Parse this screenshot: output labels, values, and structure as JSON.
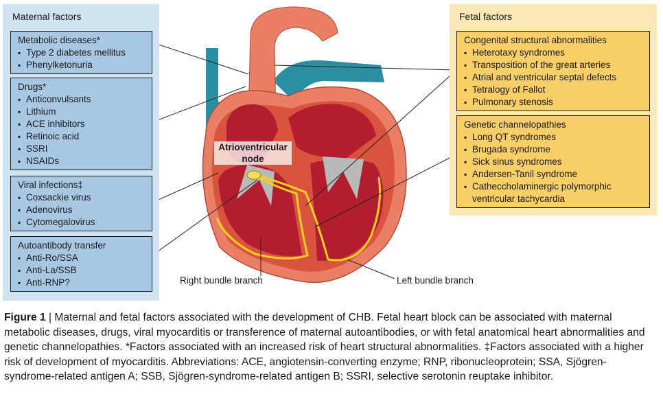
{
  "maternal": {
    "title": "Maternal factors",
    "boxes": [
      {
        "title": "Metabolic diseases*",
        "items": [
          "Type 2 diabetes mellitus",
          "Phenylketonuria"
        ]
      },
      {
        "title": "Drugs*",
        "items": [
          "Anticonvulsants",
          "Lithium",
          "ACE inhibitors",
          "Retinoic acid",
          "SSRI",
          "NSAIDs"
        ]
      },
      {
        "title": "Viral infections‡",
        "items": [
          "Coxsackie virus",
          "Adenovirus",
          "Cytomegalovirus"
        ]
      },
      {
        "title": "Autoantibody transfer",
        "items": [
          "Anti-Ro/SSA",
          "Anti-La/SSB",
          "Anti-RNP?"
        ]
      }
    ]
  },
  "fetal": {
    "title": "Fetal factors",
    "boxes": [
      {
        "title": "Congenital structural abnormalities",
        "items": [
          "Heterotaxy syndromes",
          "Transposition of the great arteries",
          "Atrial and ventricular septal defects",
          "Tetralogy of Fallot",
          "Pulmonary stenosis"
        ]
      },
      {
        "title": "Genetic channelopathies",
        "items": [
          "Long QT syndromes",
          "Brugada syndrome",
          "Sick sinus syndromes",
          "Andersen-Tanil syndrome",
          "Catheccholaminergic polymorphic ventricular tachycardia"
        ]
      }
    ]
  },
  "labels": {
    "av_node_line1": "Atrioventricular",
    "av_node_line2": "node",
    "right_bundle": "Right bundle branch",
    "left_bundle": "Left bundle branch"
  },
  "caption": {
    "figure_label": "Figure 1",
    "separator": " | ",
    "text": "Maternal and fetal factors associated with the development of CHB. Fetal heart block can be associated with maternal metabolic diseases, drugs, viral myocarditis or transference of maternal autoantibodies, or with fetal anatomical heart abnormalities and genetic channelopathies. *Factors associated with an increased risk of heart structural abnormalities. ‡Factors associated with a higher risk of development of myocarditis. Abbreviations: ACE, angiotensin-converting enzyme; RNP, ribonucleoprotein; SSA, Sjögren-syndrome-related antigen A; SSB, Sjögren-syndrome-related antigen B; SSRI, selective serotonin reuptake inhibitor."
  },
  "colors": {
    "maternal_panel": "#cfe3f1",
    "maternal_box": "#a8c7e2",
    "fetal_panel": "#fce7b7",
    "fetal_box": "#f8cf66",
    "heart_outer": "#ea7f66",
    "heart_muscle": "#d9533f",
    "chamber": "#b21e30",
    "vessel_blue": "#2b8fa4",
    "conduction": "#f1d21b"
  }
}
